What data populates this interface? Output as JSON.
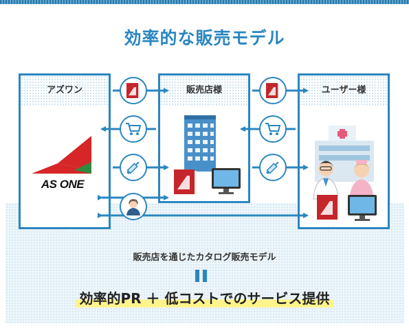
{
  "title": "効率的な販売モデル",
  "nodes": {
    "manufacturer": "アズワン",
    "dealer": "販売店様",
    "user": "ユーザー様"
  },
  "logo": {
    "text": "AS ONE",
    "colors": {
      "red": "#d62628",
      "green": "#2e8b3e"
    }
  },
  "flows": [
    {
      "icon": "catalog-book-icon",
      "from": "manufacturer",
      "to": "dealer"
    },
    {
      "icon": "catalog-book-icon",
      "from": "dealer",
      "to": "user"
    },
    {
      "icon": "shopping-cart-icon",
      "from": "dealer",
      "to": "manufacturer"
    },
    {
      "icon": "shopping-cart-icon",
      "from": "user",
      "to": "dealer"
    },
    {
      "icon": "syringe-icon",
      "from": "manufacturer",
      "to": "dealer"
    },
    {
      "icon": "syringe-icon",
      "from": "dealer",
      "to": "user"
    },
    {
      "icon": "support-operator-icon",
      "from": "manufacturer",
      "to": "dealer / user"
    }
  ],
  "caption": "販売店を通じたカタログ販売モデル",
  "conclusion": "効率的PR ＋ 低コストでのサービス提供",
  "colors": {
    "accent": "#2a86bf",
    "highlight": "#fff48c",
    "book": "#c4262b"
  }
}
